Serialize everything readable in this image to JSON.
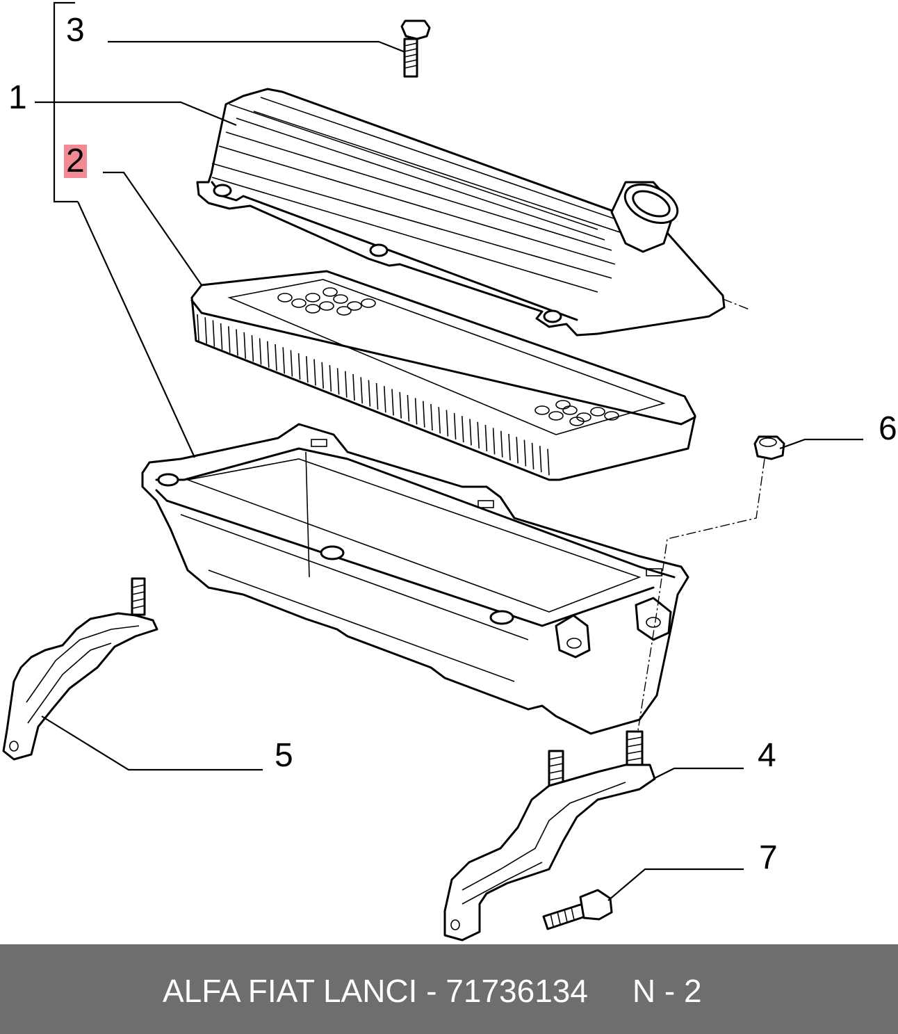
{
  "callouts": [
    {
      "id": "3",
      "label": "3"
    },
    {
      "id": "1",
      "label": "1"
    },
    {
      "id": "2",
      "label": "2",
      "highlighted": true
    },
    {
      "id": "6",
      "label": "6"
    },
    {
      "id": "5",
      "label": "5"
    },
    {
      "id": "4",
      "label": "4"
    },
    {
      "id": "7",
      "label": "7"
    }
  ],
  "footer": {
    "text": "ALFA FIAT LANCI - 71736134     N - 2",
    "background": "#6e6e6e",
    "color": "#ffffff"
  },
  "highlight_color": "#f28a93"
}
